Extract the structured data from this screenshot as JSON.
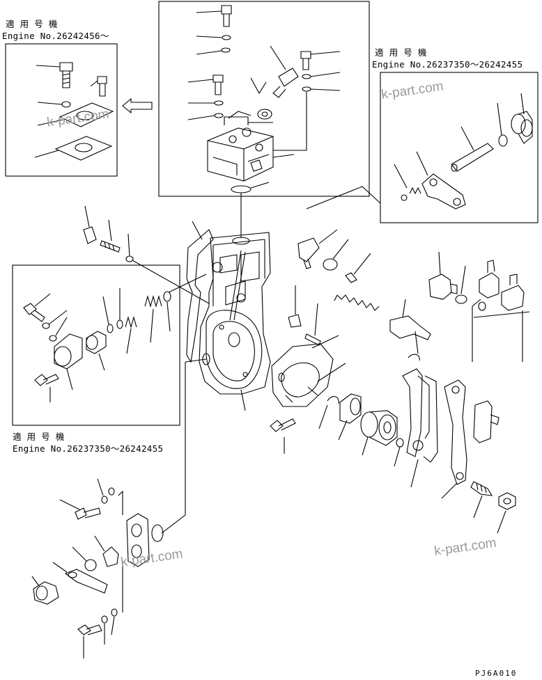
{
  "diagram": {
    "colors": {
      "line": "#000000",
      "background": "#ffffff",
      "watermark": "#9a9a9a"
    },
    "applicability": {
      "top_left": {
        "label": "適 用 号 機",
        "engine": "Engine No.26242456～"
      },
      "top_right": {
        "label": "適 用 号 機",
        "engine": "Engine No.26237350～26242455"
      },
      "left": {
        "label": "適 用 号 機",
        "engine": "Engine No.26237350～26242455"
      }
    },
    "watermarks": {
      "top_left": "k-part.com",
      "top_right": "k-part.com",
      "bottom_left": "k-part.com",
      "bottom_right": "k-part.com"
    },
    "drawing_code": "PJ6A010",
    "icons": {
      "arrow": "arrow-left-icon",
      "housing": "governor-housing-icon"
    }
  }
}
